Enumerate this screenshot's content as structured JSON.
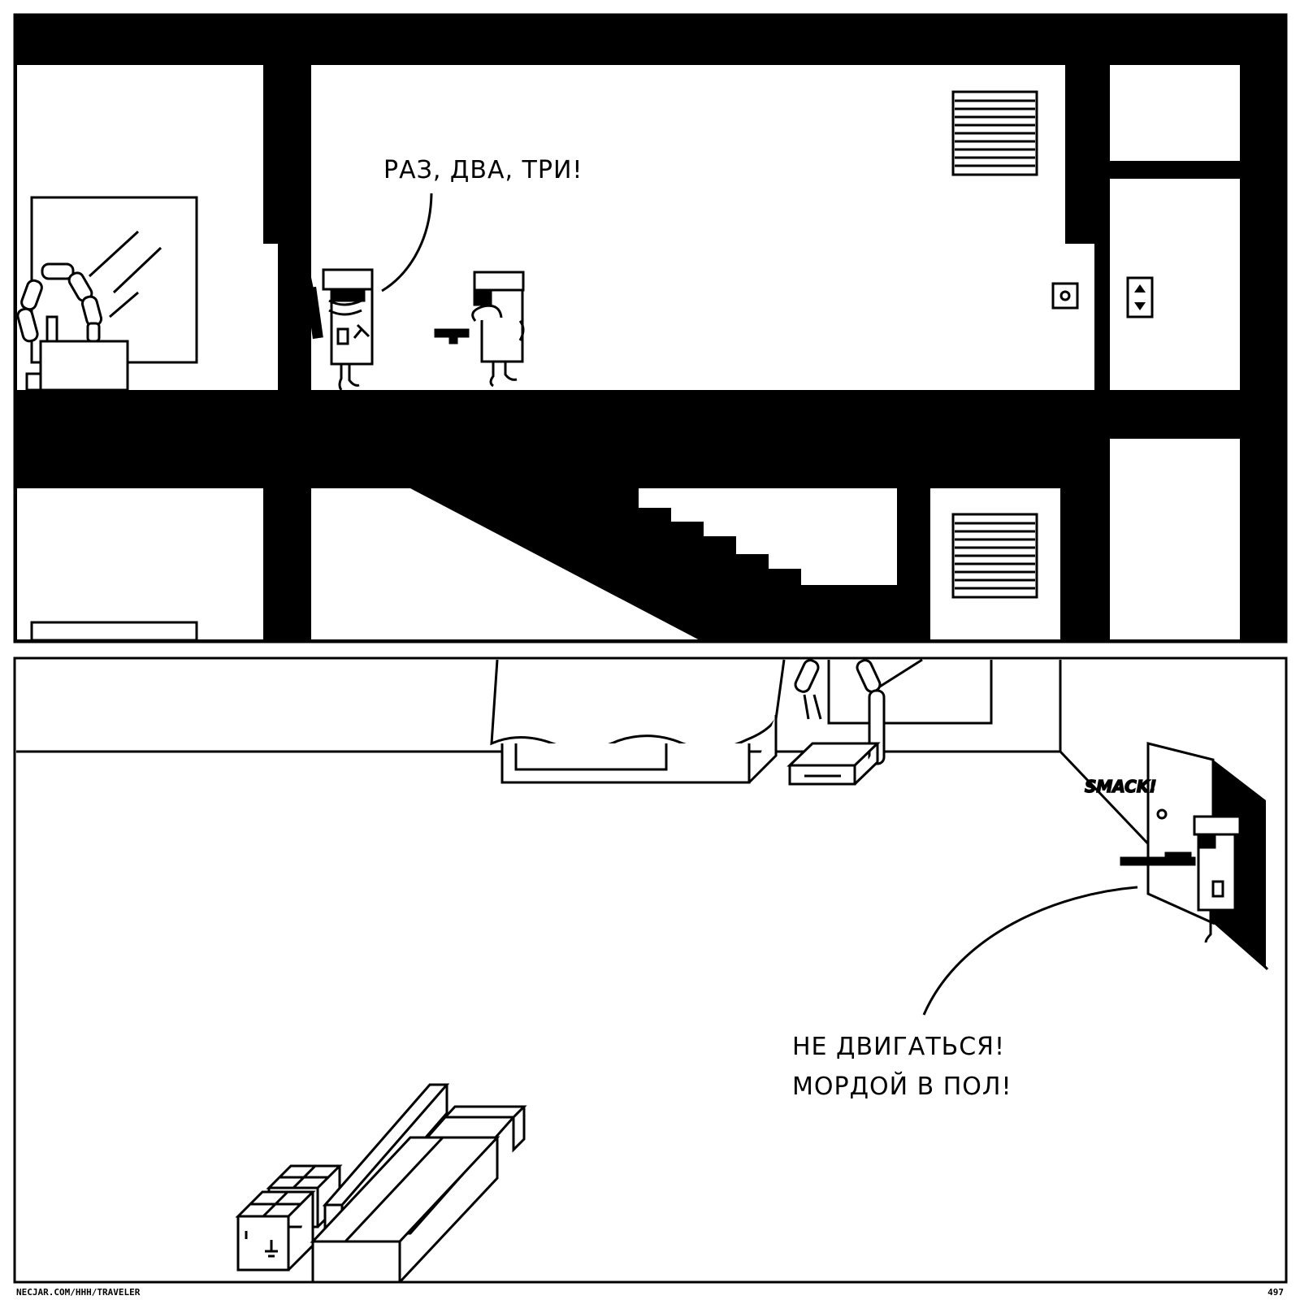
{
  "panel1": {
    "speech": "РАЗ, ДВА, ТРИ!"
  },
  "panel2": {
    "sfx": "SMACK!",
    "speech_line1": "НЕ ДВИГАТЬСЯ!",
    "speech_line2": "МОРДОЙ В ПОЛ!"
  },
  "footer": {
    "site": "NECJAR.COM/HHH/TRAVELER",
    "page_number": "497"
  },
  "colors": {
    "ink": "#000000",
    "paper": "#ffffff"
  }
}
